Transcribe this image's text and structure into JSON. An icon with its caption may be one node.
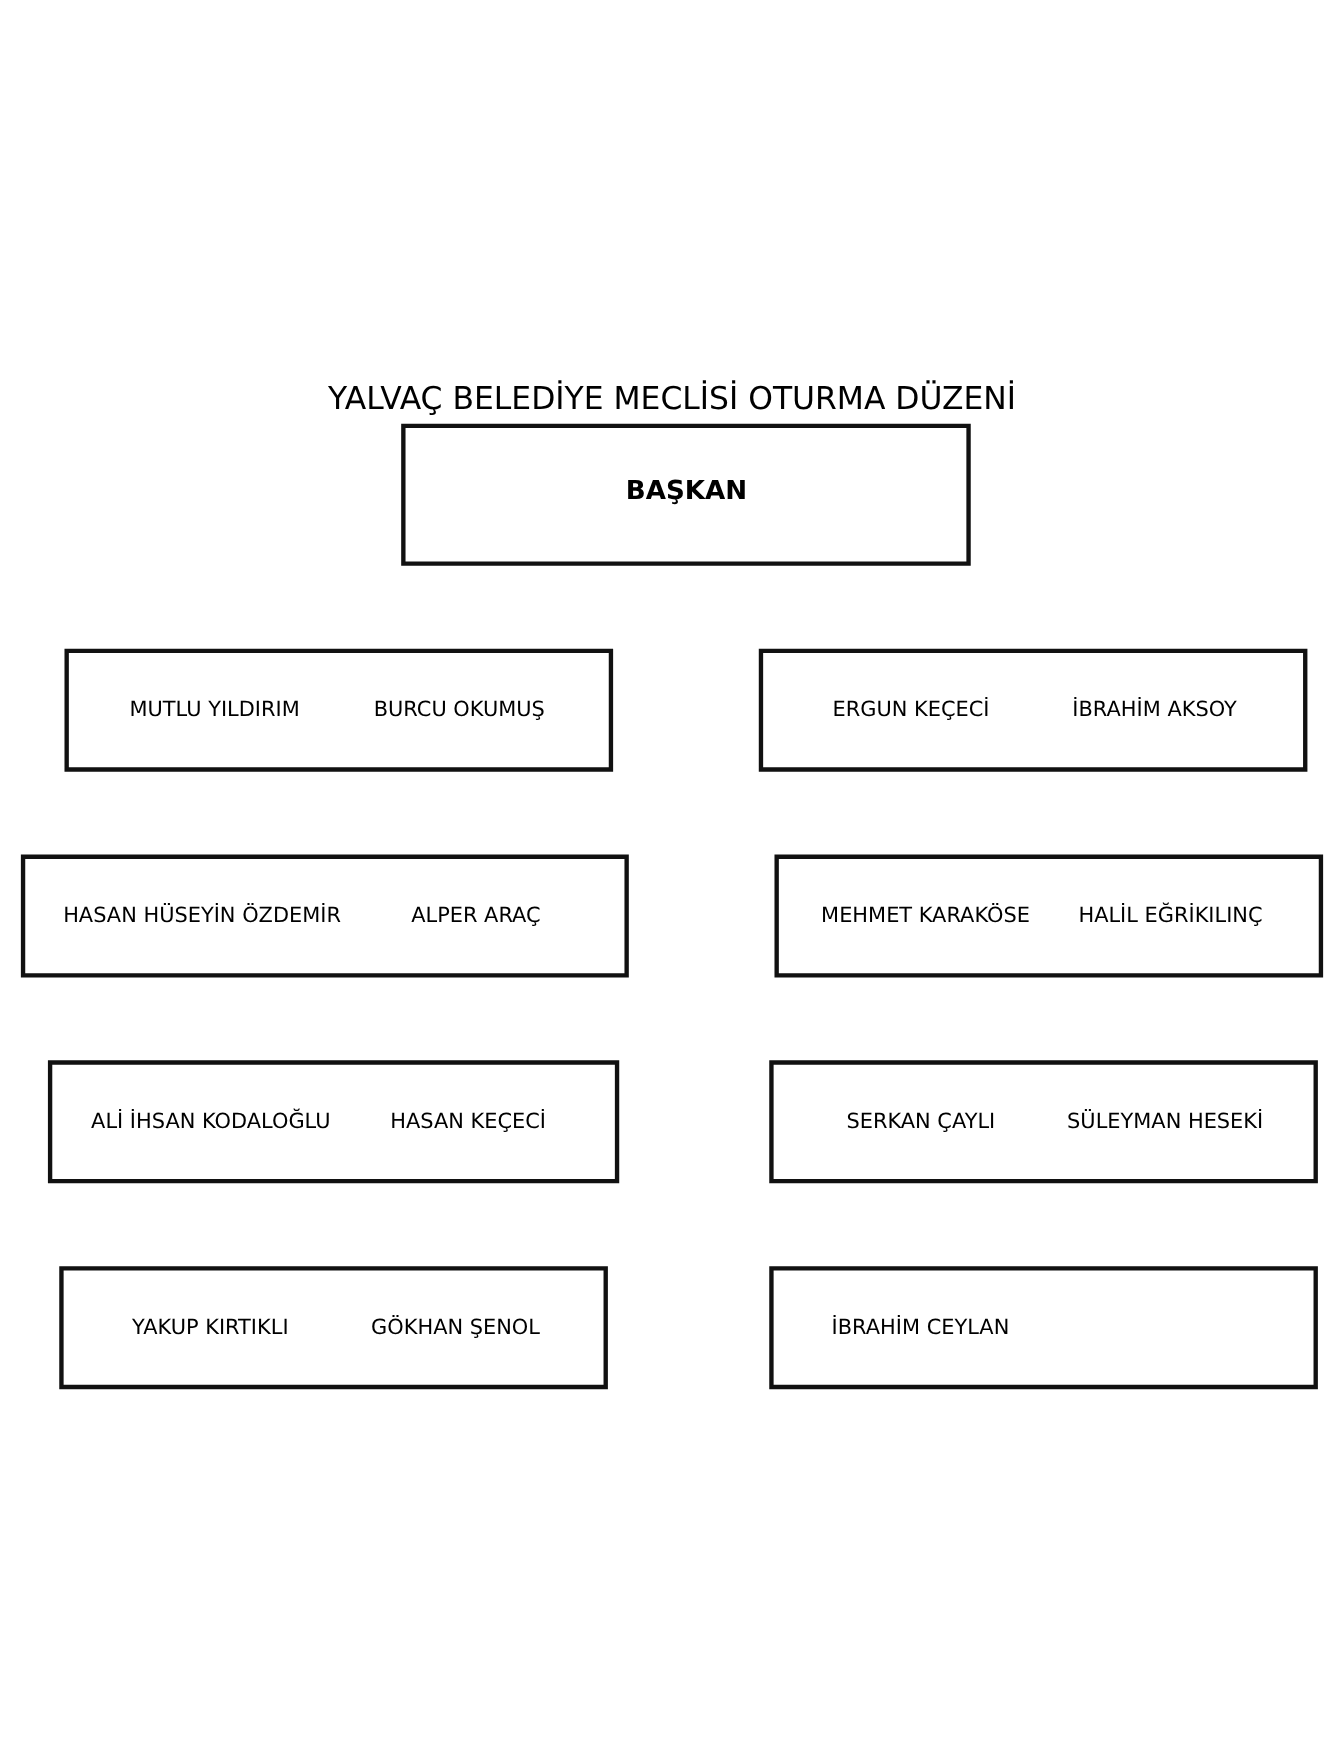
{
  "diagram": {
    "title": "YALVAÇ BELEDİYE MECLİSİ OTURMA DÜZENİ",
    "nodes": [
      {
        "text": [
          "BAŞKAN"
        ]
      },
      {
        "text": [
          "MUTLU YILDIRIM",
          "BURCU OKUMUŞ"
        ]
      },
      {
        "text": [
          "ERGUN KEÇECİ",
          "İBRAHİM AKSOY"
        ]
      },
      {
        "text": [
          "HASAN HÜSEYİN ÖZDEMİR",
          "ALPER ARAÇ"
        ]
      },
      {
        "text": [
          "MEHMET KARAKÖSE",
          "HALİL EĞRİKILINÇ"
        ]
      },
      {
        "text": [
          "ALİ İHSAN KODALOĞLU",
          "HASAN KEÇECİ"
        ]
      },
      {
        "text": [
          "SERKAN ÇAYLI",
          "SÜLEYMAN HESEKİ"
        ]
      },
      {
        "text": [
          "YAKUP KIRTIKLI",
          "GÖKHAN ŞENOL"
        ]
      },
      {
        "text": [
          "İBRAHİM CEYLAN"
        ]
      }
    ],
    "edges": []
  }
}
